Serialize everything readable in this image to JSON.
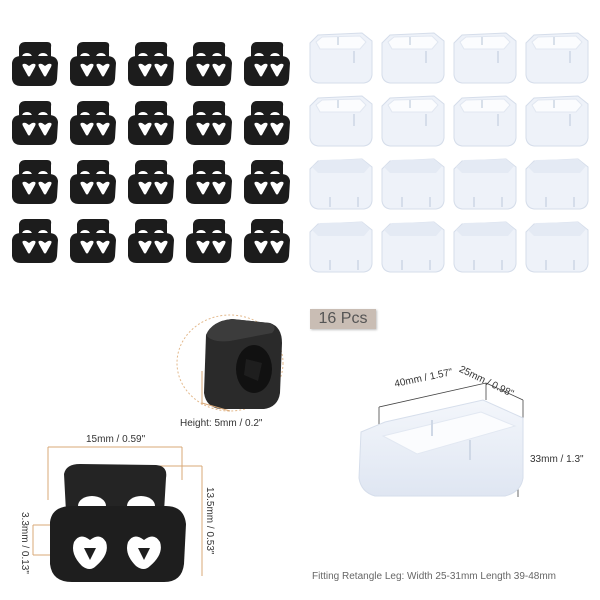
{
  "product_grid_left": {
    "item": "black-cord-stopper",
    "rows": 4,
    "cols": 5,
    "color": "#1c1c1c"
  },
  "product_grid_right": {
    "item": "clear-rectangle-leg-cap",
    "rows": 4,
    "cols": 4,
    "color": "#e8eef8"
  },
  "badge": {
    "quantity_label": "16 Pcs",
    "bg_color": "#c9bdb4"
  },
  "stopper_detail": {
    "height_label": "Height: 5mm / 0.2\"",
    "width_label": "15mm / 0.59\"",
    "total_height_label": "13.5mm / 0.53\"",
    "hole_label": "3.3mm / 0.13\"",
    "dimension_line_color": "#d9a877"
  },
  "cap_detail": {
    "length_label": "40mm / 1.57\"",
    "width_label": "25mm / 0.98\"",
    "height_label": "33mm / 1.3\"",
    "fitting_note": "Fitting Retangle Leg: Width 25-31mm Length 39-48mm"
  }
}
